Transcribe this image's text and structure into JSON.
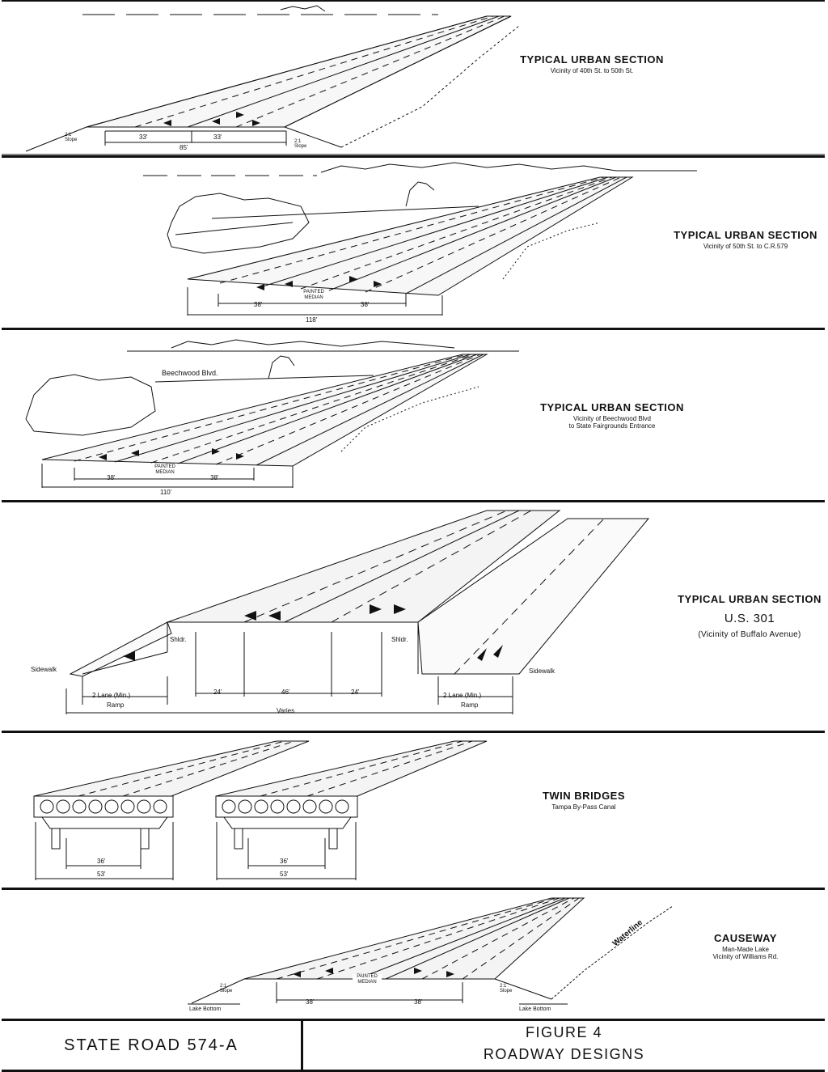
{
  "panels": [
    {
      "title": "TYPICAL URBAN SECTION",
      "subtitle": "Vicinity of 40th St. to 50th St.",
      "dims": [
        "33'",
        "33'",
        "85'"
      ],
      "labels": [
        "2:1 Slope",
        "2:1 Slope"
      ]
    },
    {
      "title": "TYPICAL URBAN SECTION",
      "subtitle": "Vicinity of 50th St. to C.R.579",
      "dims": [
        "38'",
        "38'",
        "118'"
      ],
      "median": "PAINTED MEDIAN"
    },
    {
      "title": "TYPICAL URBAN SECTION",
      "subtitle": "Vicinity of Beechwood Blvd",
      "subtitle2": "to State Fairgrounds Entrance",
      "road_label": "Beechwood Blvd.",
      "dims": [
        "38'",
        "38'",
        "110'"
      ],
      "median": "PAINTED MEDIAN"
    },
    {
      "title": "TYPICAL URBAN SECTION",
      "route": "U.S. 301",
      "subtitle": "(Vicinity of Buffalo Avenue)",
      "labels": [
        "Sidewalk",
        "Shldr.",
        "Shldr.",
        "Sidewalk"
      ],
      "dims": [
        "2 Lane (Min.)",
        "Ramp",
        "24'",
        "46'",
        "24'",
        "2 Lane (Min.)",
        "Ramp",
        "Varies"
      ]
    },
    {
      "title": "TWIN BRIDGES",
      "subtitle": "Tampa By-Pass Canal",
      "dims": [
        "36'",
        "53'",
        "36'",
        "53'"
      ]
    },
    {
      "title": "CAUSEWAY",
      "subtitle": "Man-Made Lake",
      "subtitle2": "Vicinity of Williams Rd.",
      "labels": [
        "2:1 Slope",
        "Lake Bottom",
        "2:1 Slope",
        "Lake Bottom",
        "Waterline"
      ],
      "dims": [
        "38'",
        "38'"
      ],
      "median": "PAINTED MEDIAN"
    }
  ],
  "footer": {
    "project": "STATE ROAD 574-A",
    "figure": "FIGURE 4",
    "caption": "ROADWAY DESIGNS"
  }
}
